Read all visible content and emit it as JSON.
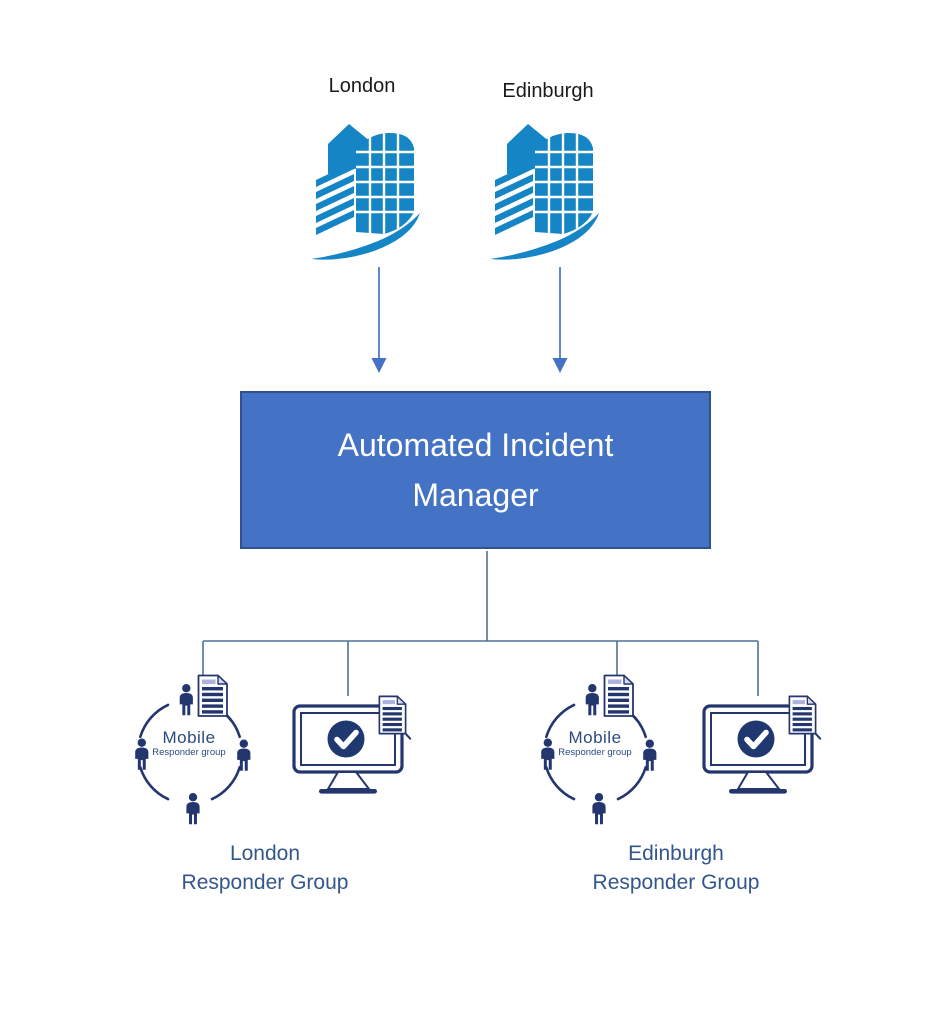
{
  "diagram_type": "incident-routing-flow-diagram",
  "sites": [
    {
      "name": "London",
      "icon": "building-icon"
    },
    {
      "name": "Edinburgh",
      "icon": "building-icon"
    }
  ],
  "title_box": {
    "label": "Automated Incident Manager",
    "fill": "#4472C4",
    "border": "#2F528F",
    "text_color": "#FFFFFF"
  },
  "groups": [
    {
      "city": "London",
      "label": "Responder Group",
      "circle_title": "Mobile",
      "circle_subtitle": "Responder group",
      "icons": [
        "mobile-responder-group-icon",
        "monitor-checkmark-icon",
        "document-icon"
      ]
    },
    {
      "city": "Edinburgh",
      "label": "Responder Group",
      "circle_title": "Mobile",
      "circle_subtitle": "Responder group",
      "icons": [
        "mobile-responder-group-icon",
        "monitor-checkmark-icon",
        "document-icon"
      ]
    }
  ],
  "colors": {
    "building_blue": "#1585C6",
    "arrow_blue": "#4472C4",
    "connector": "#4F7295",
    "icon_navy": "#24366E",
    "check_navy": "#1F3970",
    "label_navy": "#34568B",
    "doc_band": "#AEB2DE",
    "background": "#FFFFFF"
  }
}
